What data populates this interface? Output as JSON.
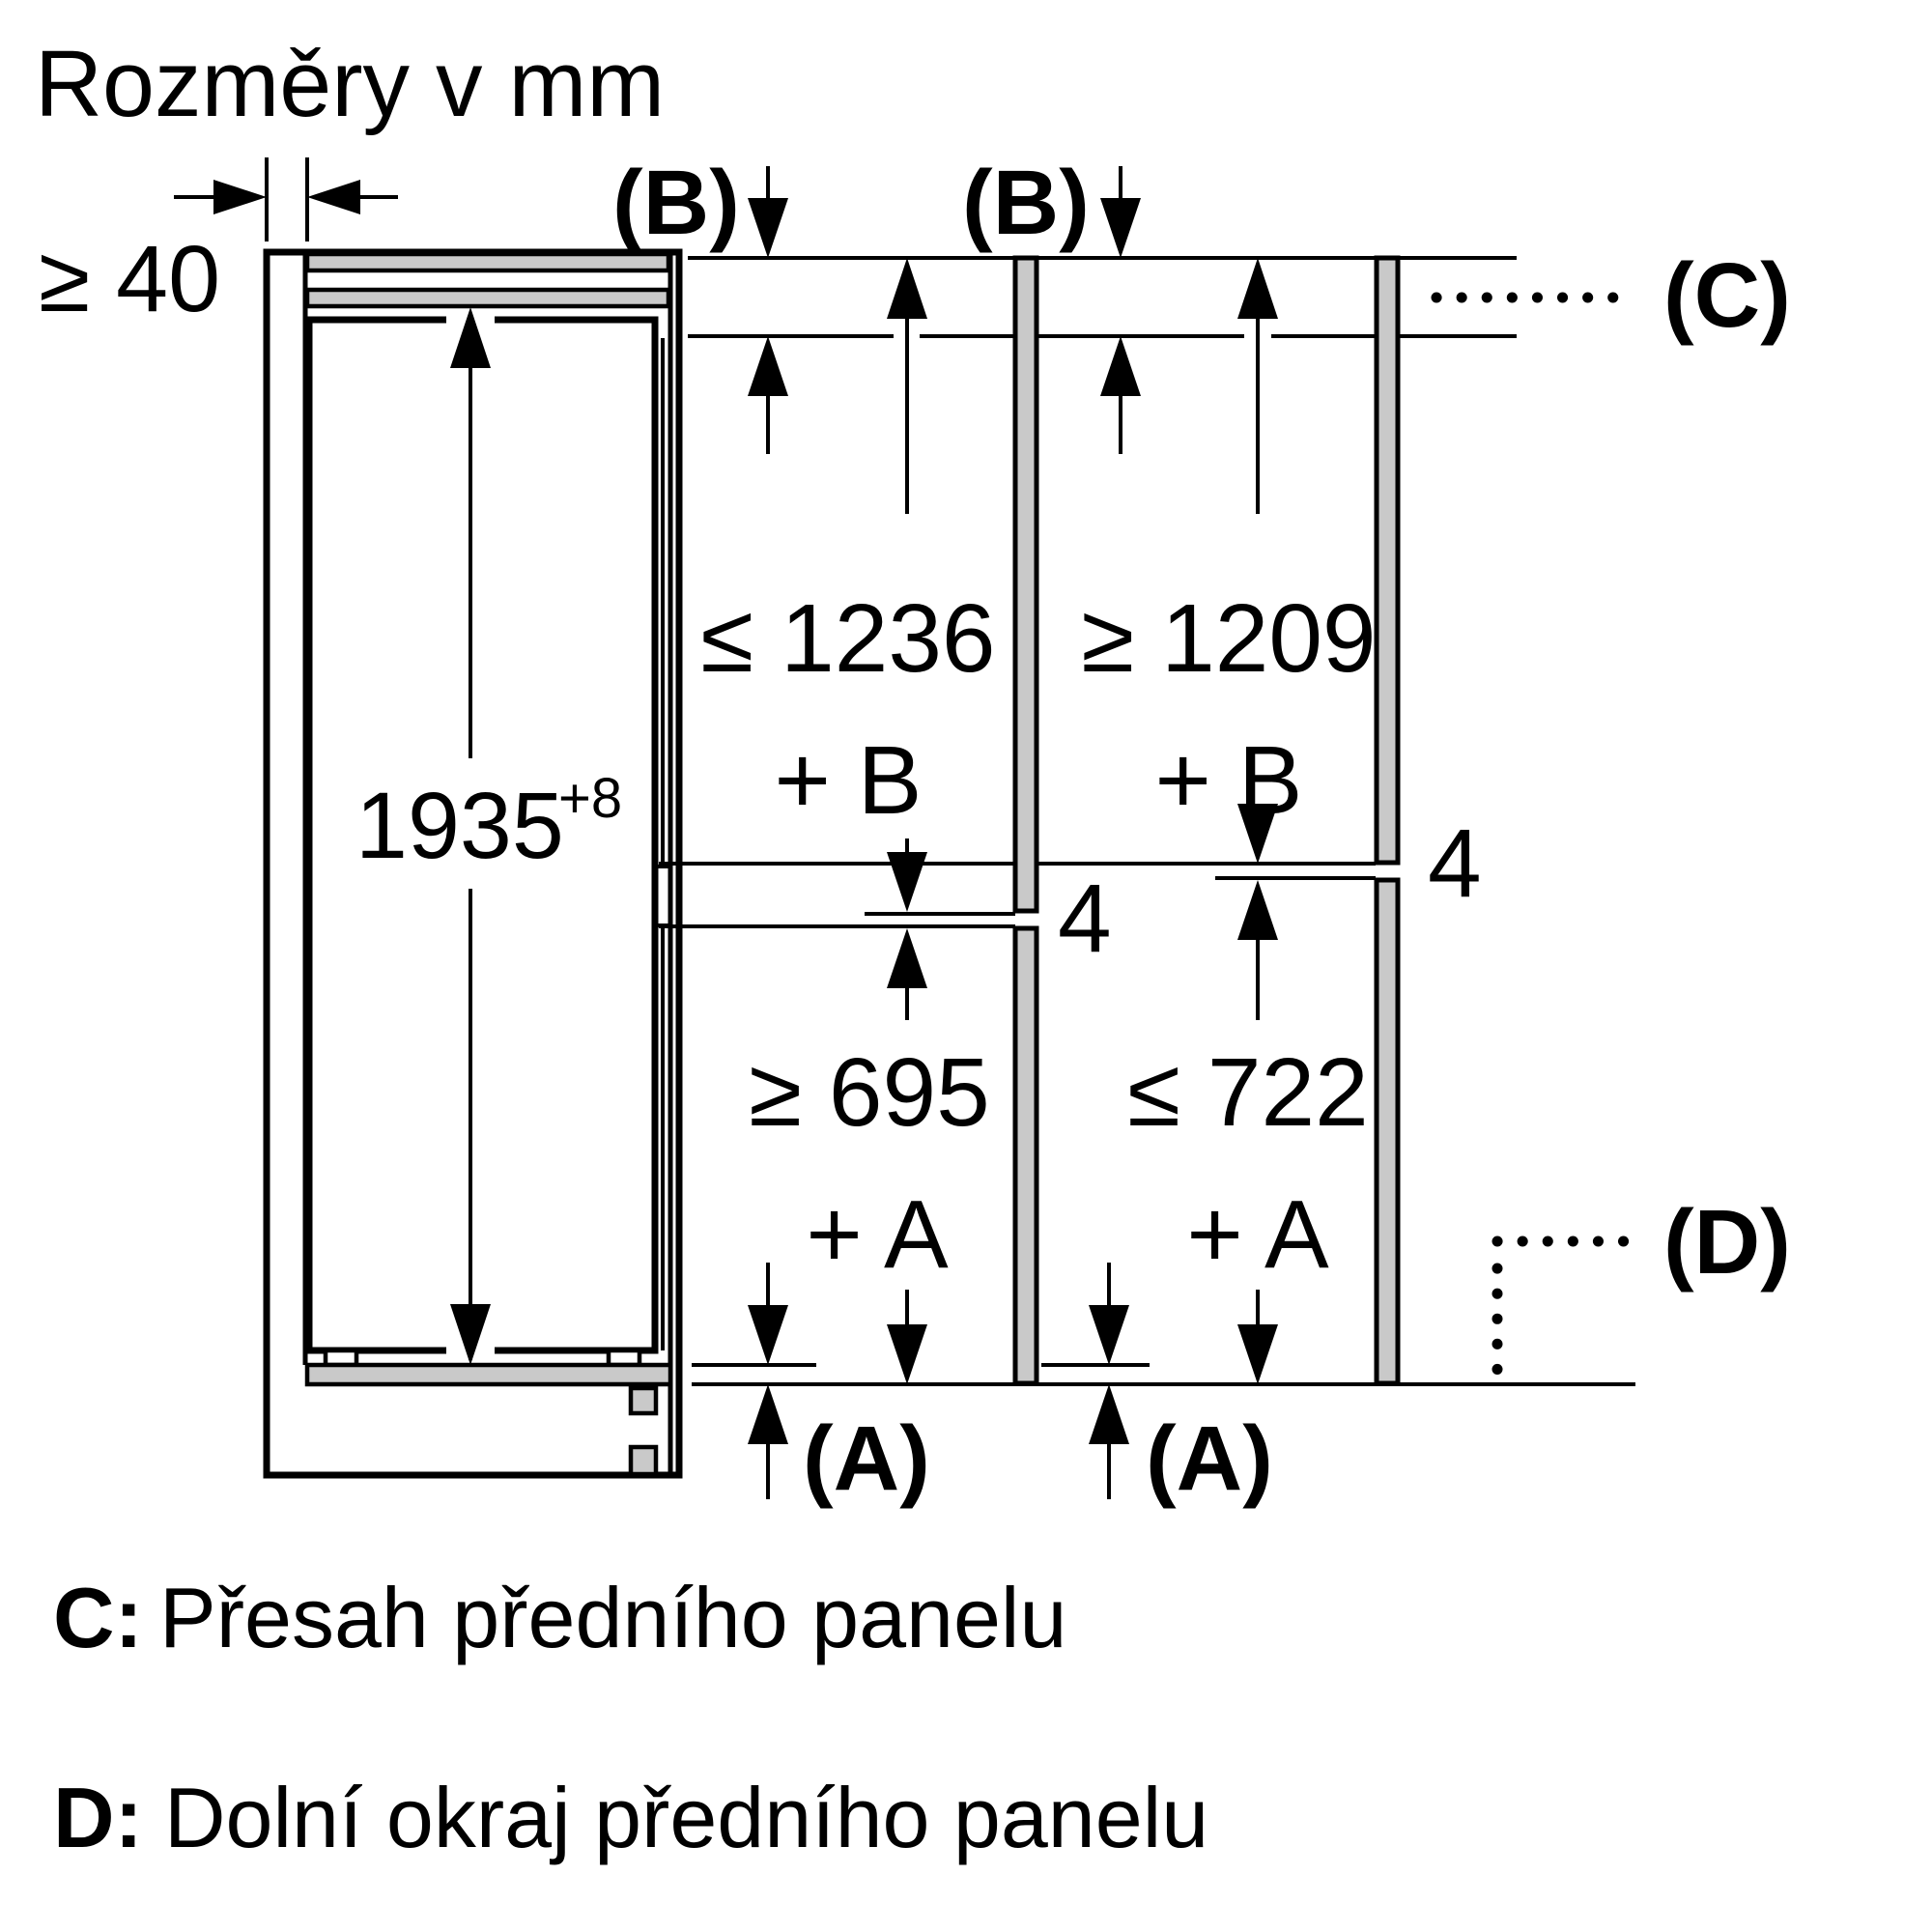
{
  "title": "Rozměry v mm",
  "dimensions": {
    "side_clearance": "≥ 40",
    "niche_height": "1935",
    "niche_height_tolerance": "+8",
    "upper_panel_max_line1": "≤ 1236",
    "upper_panel_max_line2": "+ B",
    "upper_panel_min_line1": "≥ 1209",
    "upper_panel_min_line2": "+ B",
    "lower_panel_min_line1": "≥ 695",
    "lower_panel_min_line2": "+ A",
    "lower_panel_max_line1": "≤ 722",
    "lower_panel_max_line2": "+ A",
    "panel_gap_left": "4",
    "panel_gap_right": "4"
  },
  "callouts": {
    "b_left": "(B)",
    "b_right": "(B)",
    "c": "(C)",
    "d": "(D)",
    "a_left": "(A)",
    "a_right": "(A)"
  },
  "legend": {
    "c_label": "C:",
    "c_text": "Přesah předního panelu",
    "d_label": "D:",
    "d_text": "Dolní okraj předního panelu"
  }
}
